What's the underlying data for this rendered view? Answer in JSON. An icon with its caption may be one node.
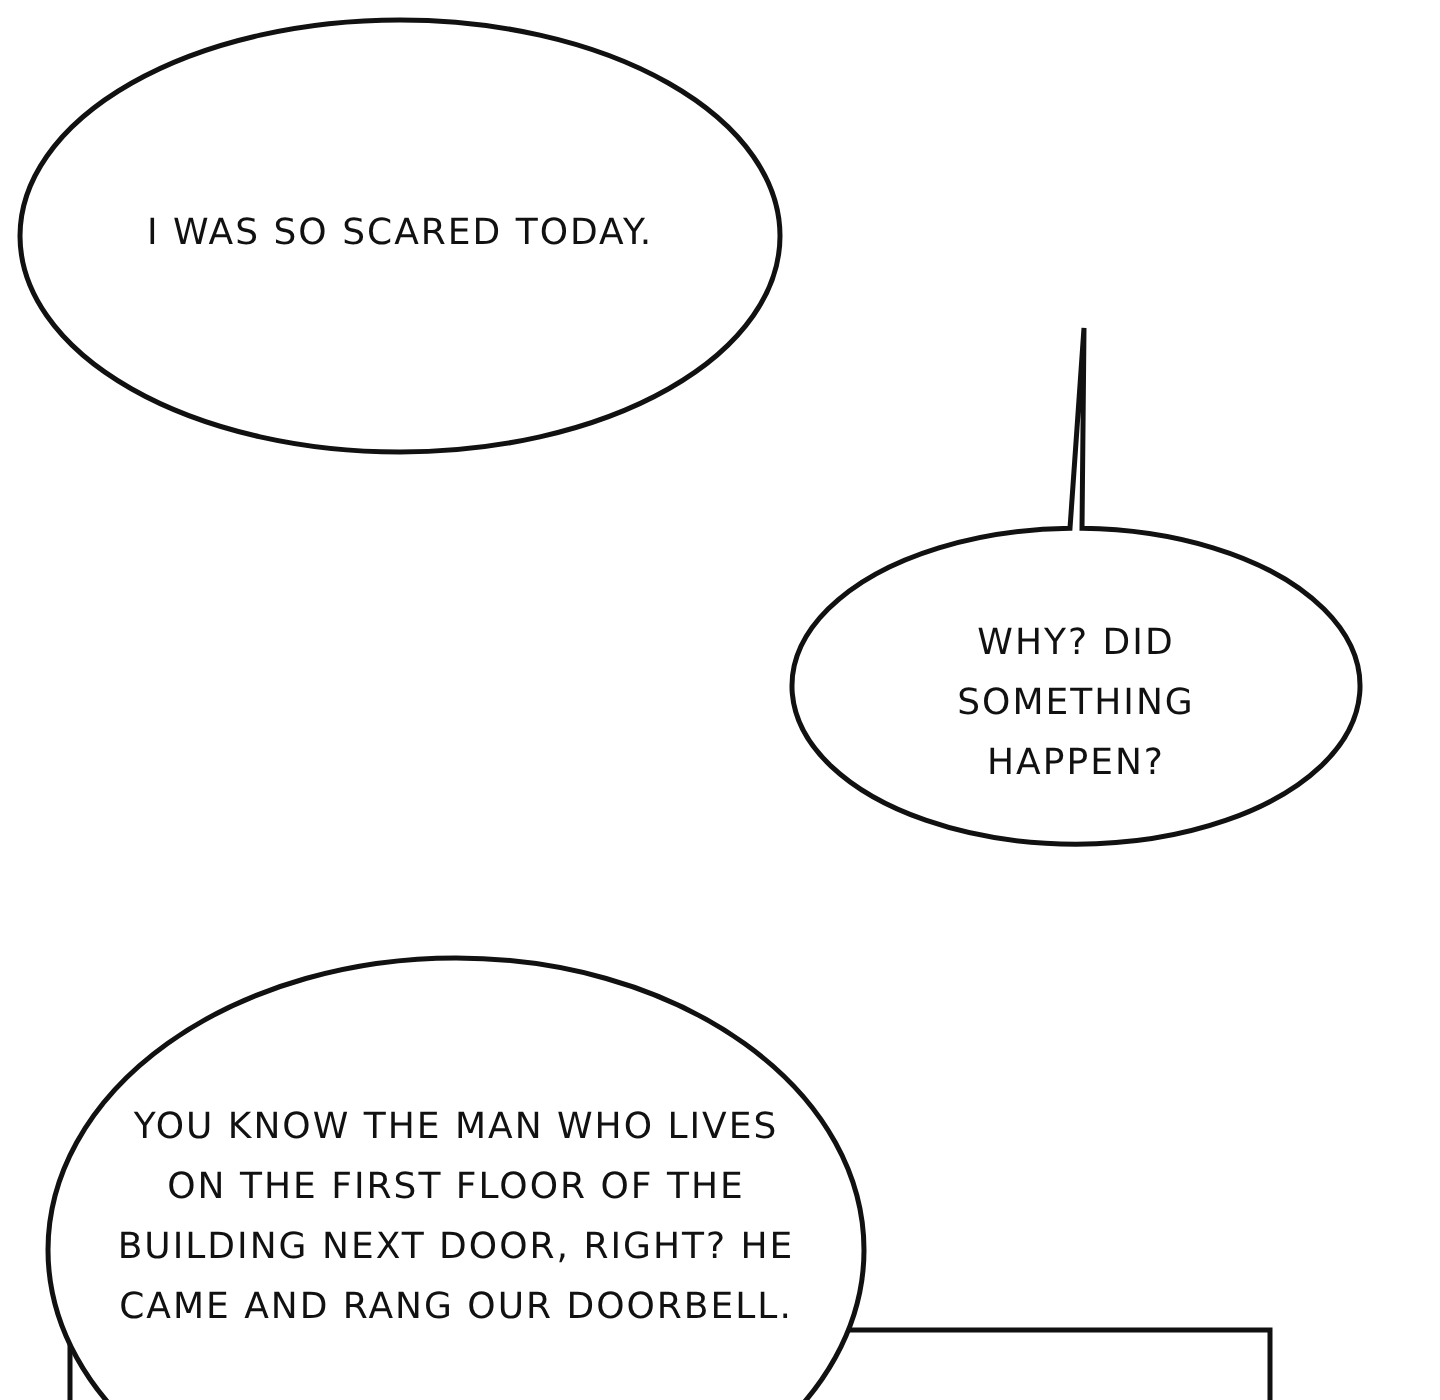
{
  "diagram": {
    "nodes": [
      {
        "text": [
          "I WAS SO SCARED TODAY."
        ]
      },
      {
        "text": [
          "WHY? DID SOMETHING HAPPEN?"
        ]
      },
      {
        "text": [
          "YOU KNOW THE MAN WHO LIVES ON THE FIRST FLOOR OF THE BUILDING NEXT DOOR, RIGHT? HE CAME AND RANG OUR DOORBELL."
        ]
      }
    ]
  }
}
